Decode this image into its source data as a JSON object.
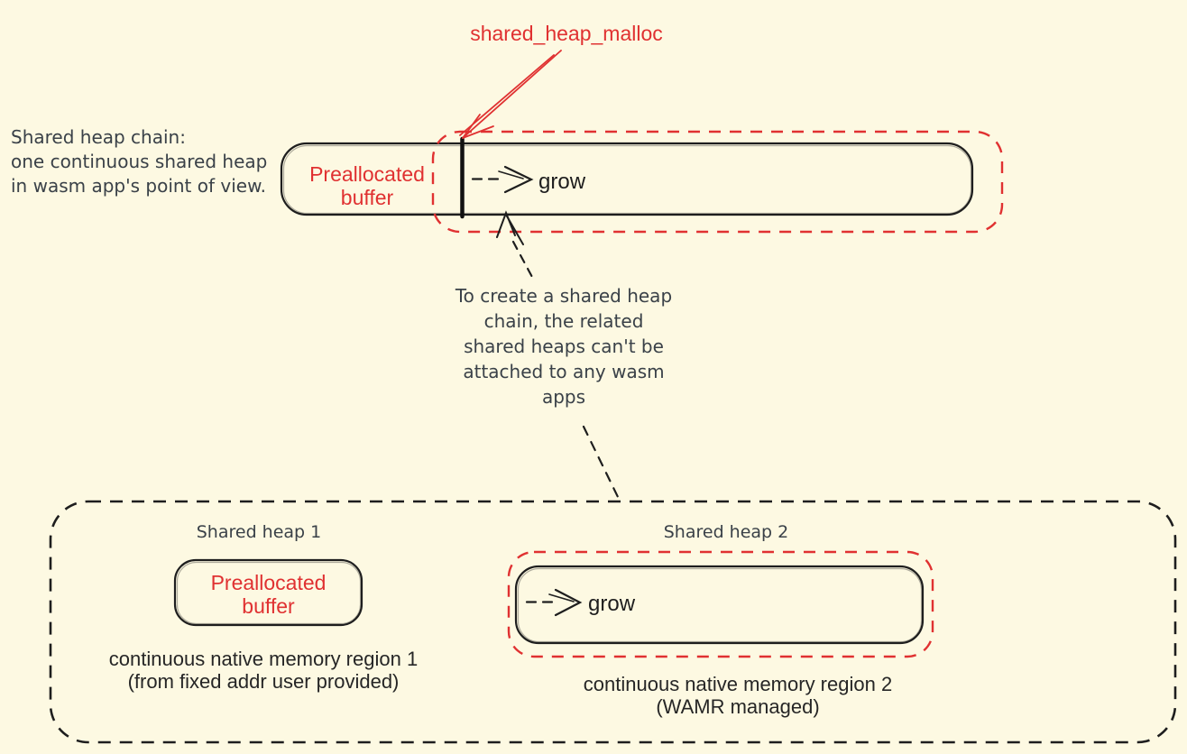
{
  "colors": {
    "background": "#fdf9e2",
    "red_accent": "#e03131",
    "ink": "#1e1e1e",
    "note_text": "#3a4148"
  },
  "top_section": {
    "malloc_label": "shared_heap_malloc",
    "chain_note": "Shared heap chain:\none continuous shared heap\nin wasm app's point of view.",
    "preallocated_label": "Preallocated\nbuffer",
    "grow_label": "grow",
    "create_note": "To create a shared heap\nchain, the related\nshared heaps can't be\nattached to any wasm\napps"
  },
  "bottom_section": {
    "heap1_title": "Shared heap 1",
    "heap1_box_label": "Preallocated\nbuffer",
    "heap1_note": "continuous native memory region 1\n(from fixed addr user provided)",
    "heap2_title": "Shared heap 2",
    "heap2_grow_label": "grow",
    "heap2_note": "continuous native memory region 2\n(WAMR managed)"
  }
}
